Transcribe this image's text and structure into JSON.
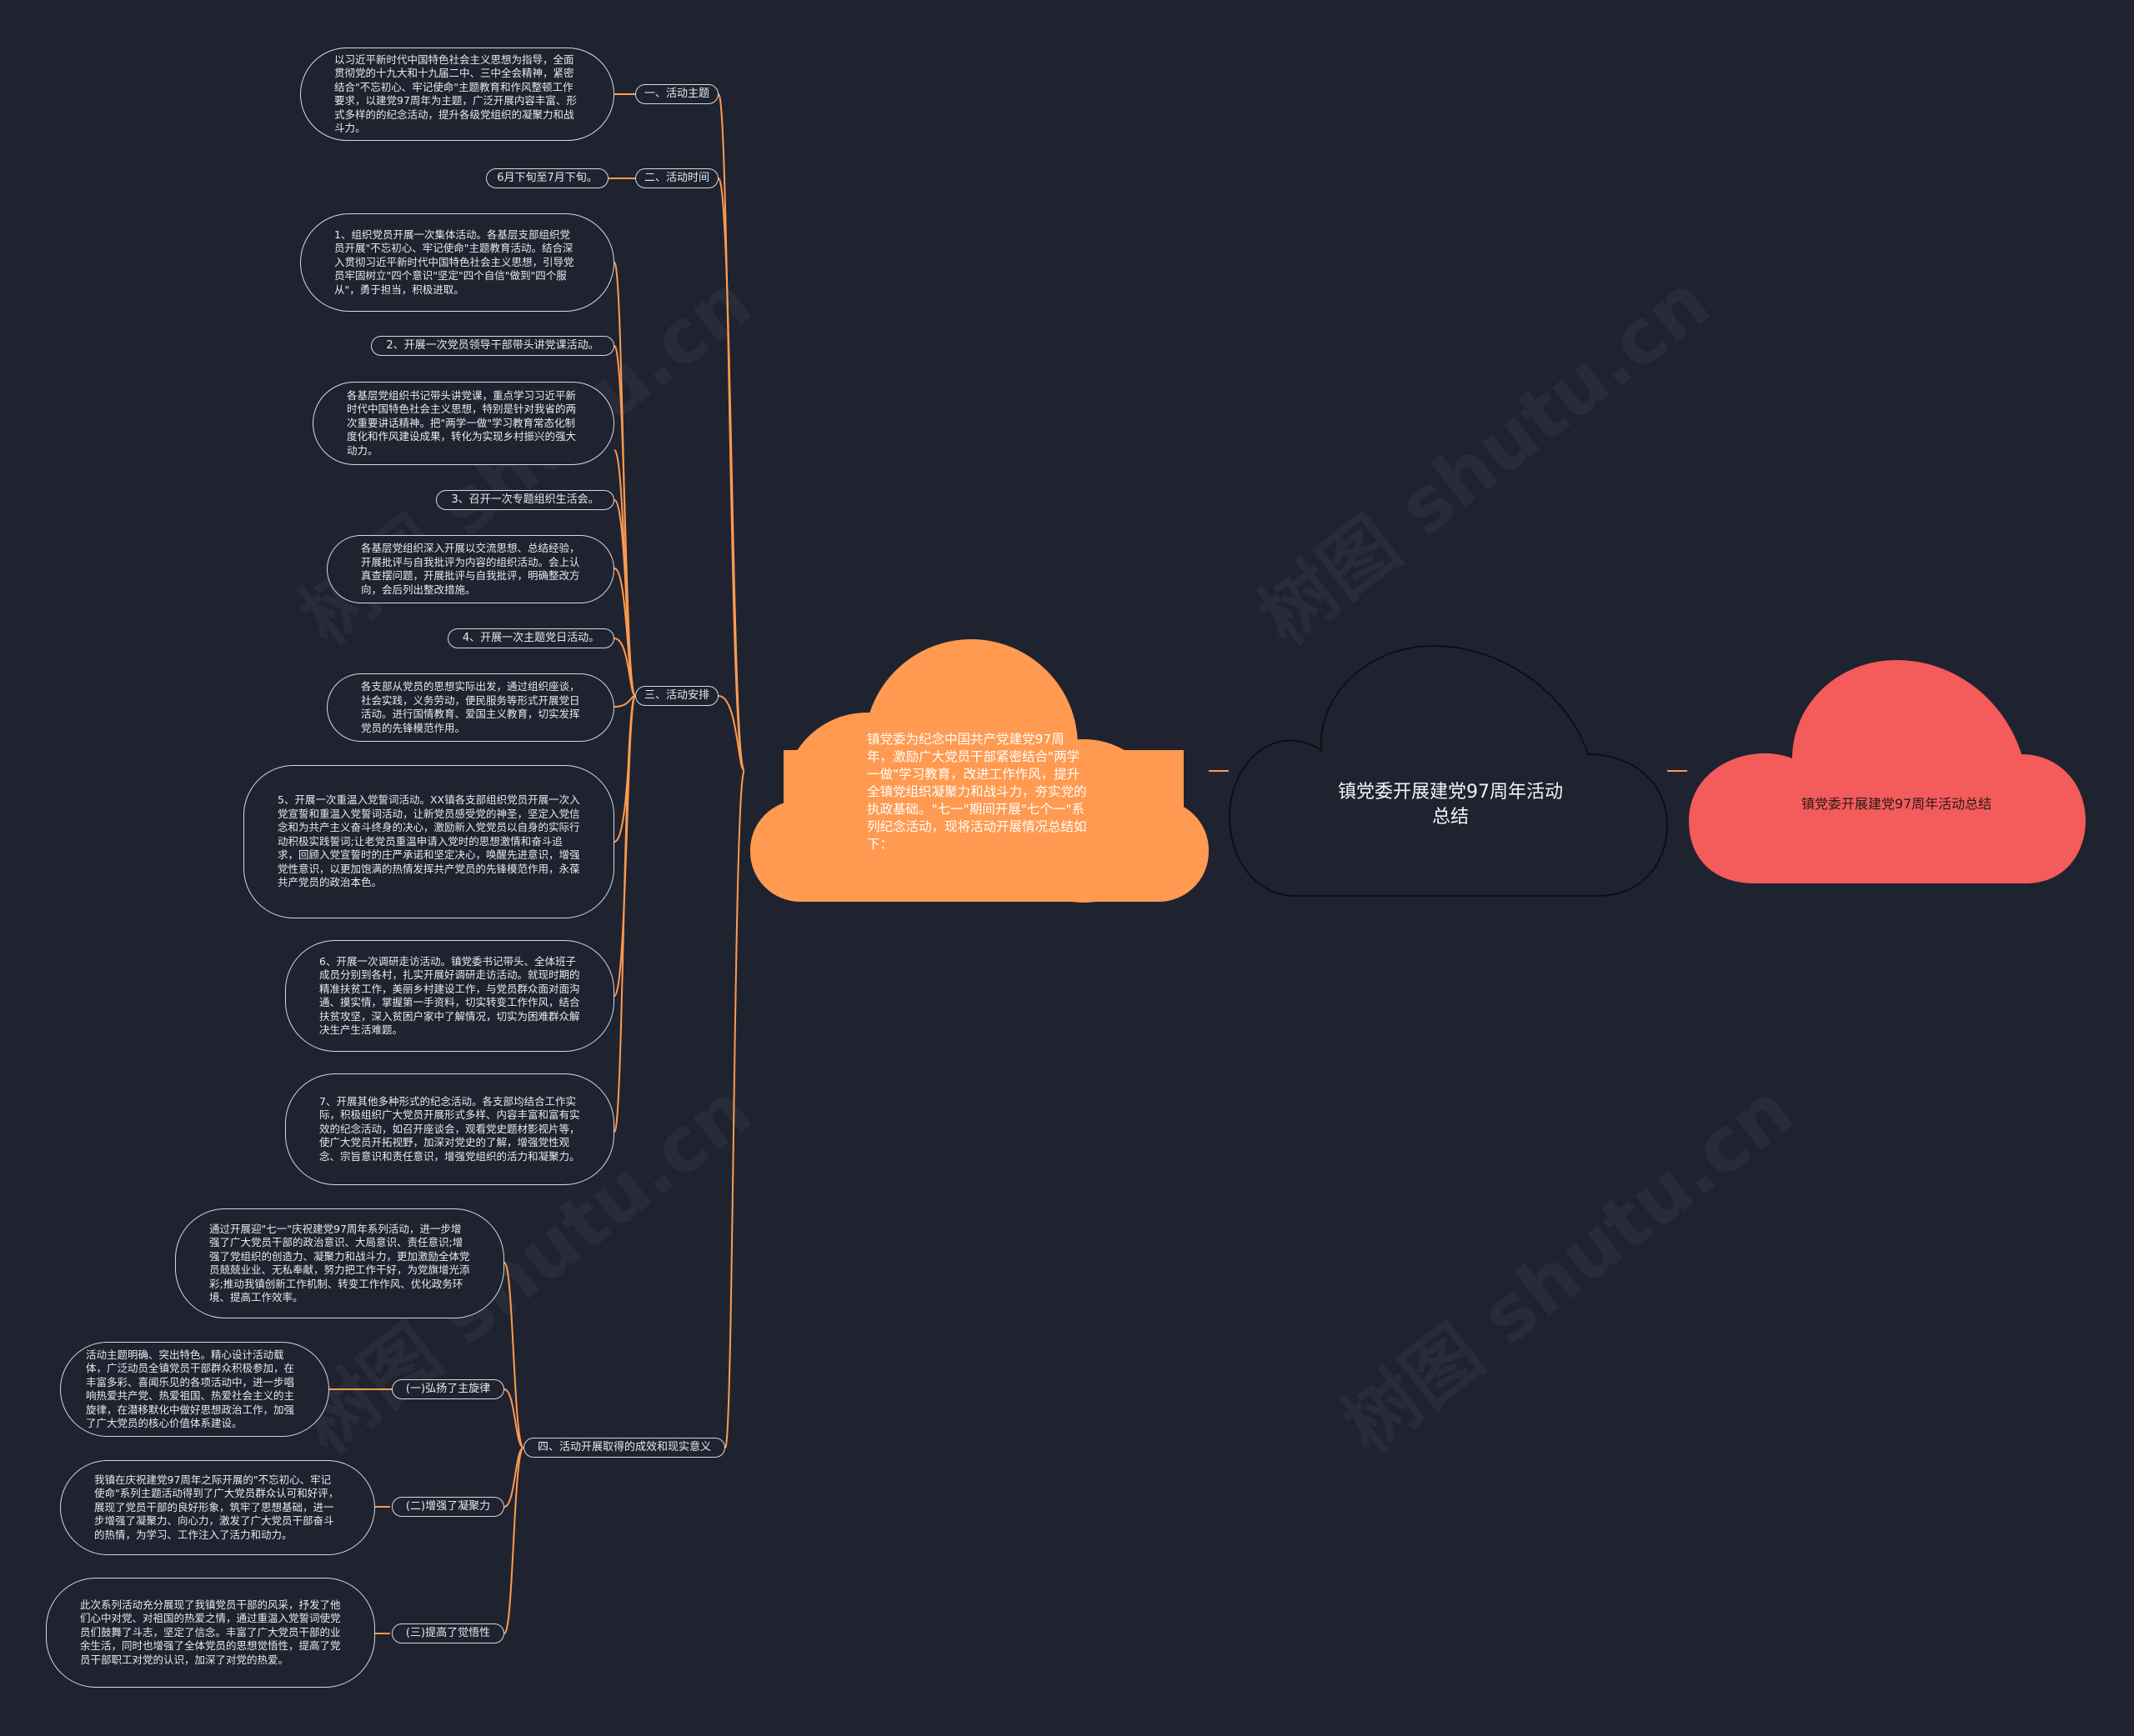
{
  "root": {
    "title": "镇党委开展建党97周年活动总结"
  },
  "right_node": {
    "text": "镇党委开展建党97周年活动总结"
  },
  "intro": {
    "text": "镇党委为纪念中国共产党建党97周年，激励广大党员干部紧密结合\"两学一做\"学习教育，改进工作作风，提升全镇党组织凝聚力和战斗力，夯实党的执政基础。\"七一\"期间开展\"七个一\"系列纪念活动，现将活动开展情况总结如下："
  },
  "branches": [
    {
      "label": "一、活动主题"
    },
    {
      "label": "二、活动时间"
    },
    {
      "label": "三、活动安排"
    },
    {
      "label": "四、活动开展取得的成效和现实意义"
    }
  ],
  "leaves": {
    "theme": "以习近平新时代中国特色社会主义思想为指导，全面贯彻党的十九大和十九届二中、三中全会精神，紧密结合\"不忘初心、牢记使命\"主题教育和作风整顿工作要求，以建党97周年为主题，广泛开展内容丰富、形式多样的的纪念活动，提升各级党组织的凝聚力和战斗力。",
    "time": "6月下旬至7月下旬。",
    "a1": "1、组织党员开展一次集体活动。各基层支部组织党员开展\"不忘初心、牢记使命\"主题教育活动。结合深入贯彻习近平新时代中国特色社会主义思想，引导党员牢固树立\"四个意识\"坚定\"四个自信\"做到\"四个服从\"，勇于担当，积极进取。",
    "a2": "2、开展一次党员领导干部带头讲党课活动。",
    "a2d": "各基层党组织书记带头讲党课，重点学习习近平新时代中国特色社会主义思想，特别是针对我省的两次重要讲话精神。把\"两学一做\"学习教育常态化制度化和作风建设成果，转化为实现乡村振兴的强大动力。",
    "a3": "3、召开一次专题组织生活会。",
    "a3d": "各基层党组织深入开展以交流思想、总结经验，开展批评与自我批评为内容的组织活动。会上认真查摆问题，开展批评与自我批评，明确整改方向，会后列出整改措施。",
    "a4": "4、开展一次主题党日活动。",
    "a4d": "各支部从党员的思想实际出发，通过组织座谈，社会实践，义务劳动，便民服务等形式开展党日活动。进行国情教育、爱国主义教育，切实发挥党员的先锋模范作用。",
    "a5": "5、开展一次重温入党誓词活动。XX镇各支部组织党员开展一次入党宣誓和重温入党誓词活动，让新党员感受党的神圣，坚定入党信念和为共产主义奋斗终身的决心，激励新入党党员以自身的实际行动积极实践誓词;让老党员重温申请入党时的思想激情和奋斗追求，回顾入党宣誓时的庄严承诺和坚定决心，唤醒先进意识，增强党性意识，以更加饱满的热情发挥共产党员的先锋模范作用，永葆共产党员的政治本色。",
    "a6": "6、开展一次调研走访活动。镇党委书记带头、全体班子成员分别到各村，扎实开展好调研走访活动。就现时期的精准扶贫工作，美丽乡村建设工作，与党员群众面对面沟通、摸实情，掌握第一手资料，切实转变工作作风，结合扶贫攻坚，深入贫困户家中了解情况，切实为困难群众解决生产生活难题。",
    "a7": "7、开展其他多种形式的纪念活动。各支部均结合工作实际，积极组织广大党员开展形式多样、内容丰富和富有实效的纪念活动，如召开座谈会，观看党史题材影视片等，使广大党员开拓视野，加深对党史的了解，增强党性观念、宗旨意识和责任意识，增强党组织的活力和凝聚力。",
    "r0": "通过开展迎\"七一\"庆祝建党97周年系列活动，进一步增强了广大党员干部的政治意识、大局意识、责任意识;增强了党组织的创造力、凝聚力和战斗力，更加激励全体党员兢兢业业、无私奉献，努力把工作干好，为党旗增光添彩;推动我镇创新工作机制、转变工作作风、优化政务环境、提高工作效率。",
    "r1": "(一)弘扬了主旋律",
    "r1d": "活动主题明确、突出特色。精心设计活动载体，广泛动员全镇党员干部群众积极参加，在丰富多彩、喜闻乐见的各项活动中，进一步唱响热爱共产党、热爱祖国、热爱社会主义的主旋律，在潜移默化中做好思想政治工作，加强了广大党员的核心价值体系建设。",
    "r2": "(二)增强了凝聚力",
    "r2d": "我镇在庆祝建党97周年之际开展的\"不忘初心、牢记使命\"系列主题活动得到了广大党员群众认可和好评，展现了党员干部的良好形象，筑牢了思想基础，进一步增强了凝聚力、向心力，激发了广大党员干部奋斗的热情，为学习、工作注入了活力和动力。",
    "r3": "(三)提高了觉悟性",
    "r3d": "此次系列活动充分展现了我镇党员干部的风采，抒发了他们心中对党、对祖国的热爱之情，通过重温入党誓词使党员们鼓舞了斗志，坚定了信念。丰富了广大党员干部的业余生活，同时也增强了全体党员的思想觉悟性，提高了党员干部职工对党的认识，加深了对党的热爱。"
  },
  "colors": {
    "background": "#1f2330",
    "orange_cloud": "#ff9a50",
    "red_cloud": "#f45b5b",
    "edge": "#ff9a50",
    "node_border": "#d7d9de"
  }
}
